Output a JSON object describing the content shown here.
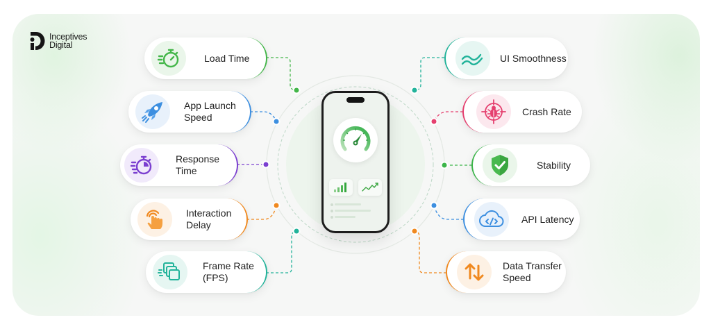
{
  "brand": {
    "name_line1": "Inceptives",
    "name_line2": "Digital"
  },
  "center": {
    "device": "smartphone",
    "screen_icons": [
      "speedometer-gauge",
      "bar-chart-rising",
      "line-chart-trend-up"
    ],
    "accent": "#3cb54a"
  },
  "metrics_left": [
    {
      "label_line1": "Load Time",
      "label_line2": "",
      "icon": "stopwatch-speed-icon",
      "color": "#43b649",
      "bg": "#eaf6ea"
    },
    {
      "label_line1": "App Launch",
      "label_line2": "Speed",
      "icon": "rocket-icon",
      "color": "#3d8fe0",
      "bg": "#e8f1fb"
    },
    {
      "label_line1": "Response",
      "label_line2": "Time",
      "icon": "timer-icon",
      "color": "#7b3fd0",
      "bg": "#f1eafb"
    },
    {
      "label_line1": "Interaction",
      "label_line2": "Delay",
      "icon": "tap-hand-icon",
      "color": "#f0891f",
      "bg": "#fdf1e4"
    },
    {
      "label_line1": "Frame Rate",
      "label_line2": "(FPS)",
      "icon": "stacked-frames-icon",
      "color": "#22b39a",
      "bg": "#e6f6f2"
    }
  ],
  "metrics_right": [
    {
      "label_line1": "UI Smoothness",
      "label_line2": "",
      "icon": "wave-lines-icon",
      "color": "#22b39a",
      "bg": "#e6f6f2"
    },
    {
      "label_line1": "Crash Rate",
      "label_line2": "",
      "icon": "bug-target-icon",
      "color": "#e5406f",
      "bg": "#fce8ee"
    },
    {
      "label_line1": "Stability",
      "label_line2": "",
      "icon": "shield-check-icon",
      "color": "#3cb54a",
      "bg": "#eaf6ea"
    },
    {
      "label_line1": "API Latency",
      "label_line2": "",
      "icon": "cloud-code-icon",
      "color": "#3d8fe0",
      "bg": "#e8f1fb"
    },
    {
      "label_line1": "Data Transfer",
      "label_line2": "Speed",
      "icon": "up-down-arrows-icon",
      "color": "#f0891f",
      "bg": "#fdf1e4"
    }
  ]
}
